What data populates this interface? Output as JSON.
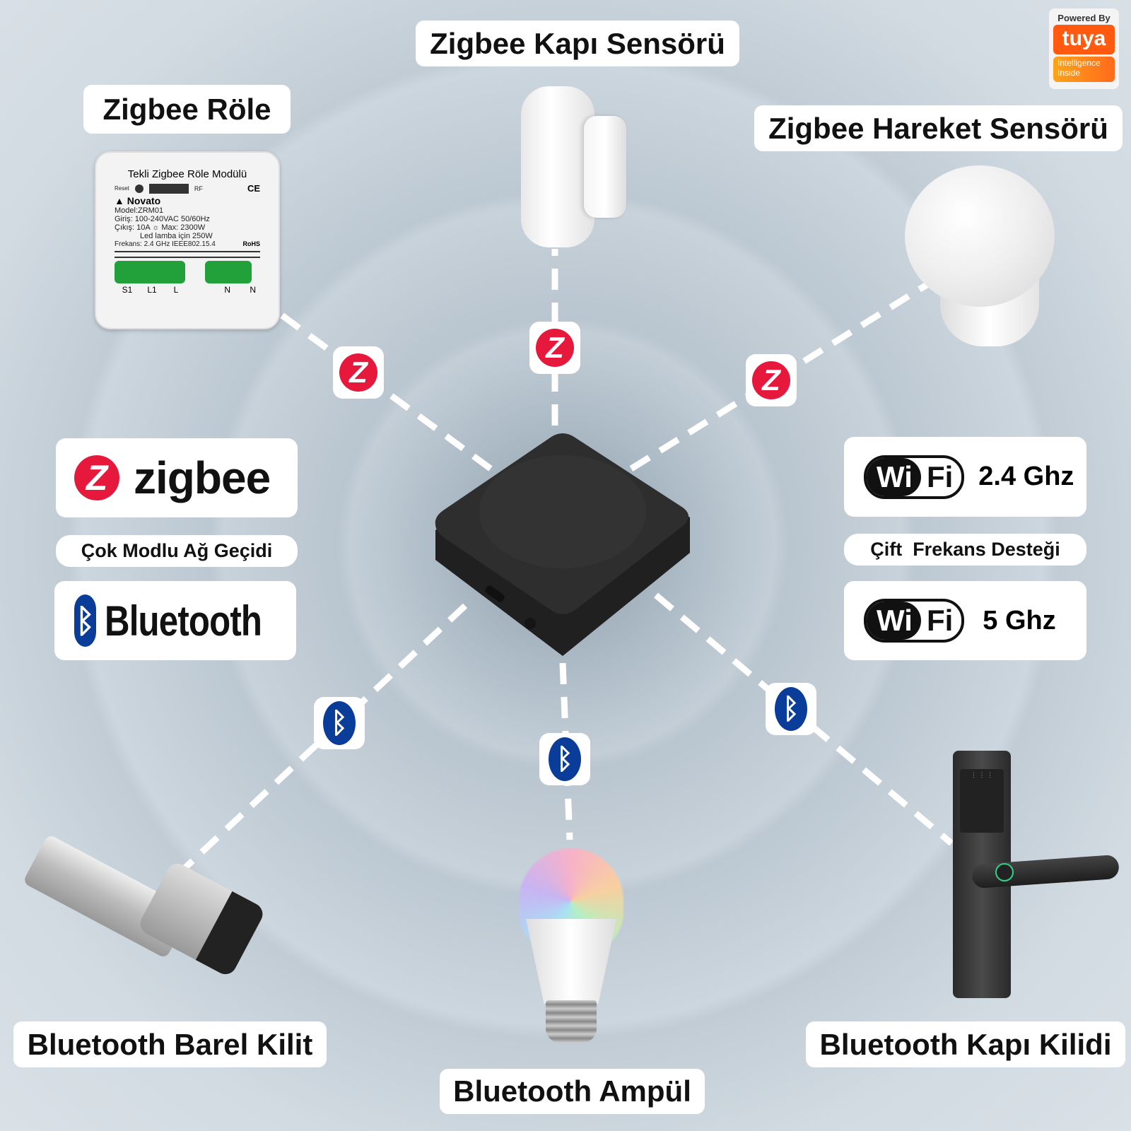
{
  "labels": {
    "door_sensor": "Zigbee Kapı Sensörü",
    "relay": "Zigbee Röle",
    "motion_sensor": "Zigbee Hareket Sensörü",
    "barrel_lock": "Bluetooth Barel Kilit",
    "bulb": "Bluetooth Ampül",
    "door_lock": "Bluetooth Kapı Kilidi"
  },
  "tuya": {
    "powered_by": "Powered By",
    "brand": "tuya",
    "tagline": "Intelligence Inside"
  },
  "left_features": {
    "zigbee": "zigbee",
    "multi_mode": "Çok Modlu Ağ Geçidi",
    "bluetooth": "Bluetooth"
  },
  "right_features": {
    "wifi_w": "Wi",
    "wifi_f": "Fi",
    "band1": "2.4 Ghz",
    "dual": "Çift  Frekans Desteği",
    "band2": "5 Ghz"
  },
  "relay_module": {
    "title": "Tekli Zigbee Röle Modülü",
    "reset": "Reset",
    "rf": "RF",
    "brand": "Novato",
    "model": "Model:ZRM01",
    "input": "Giriş:  100-240VAC 50/60Hz",
    "output": "Çıkış:  10A ☼   Max: 2300W",
    "led": "Led lamba için 250W",
    "freq": "Frekans: 2.4 GHz  IEEE802.15.4",
    "ce": "CE",
    "rohs": "RoHS",
    "terminals": [
      "S1",
      "L1",
      "L",
      "N",
      "N"
    ]
  },
  "colors": {
    "zigbee_red": "#e6183c",
    "bluetooth_blue": "#0a3d99",
    "tuya_orange": "#ff5a10"
  }
}
